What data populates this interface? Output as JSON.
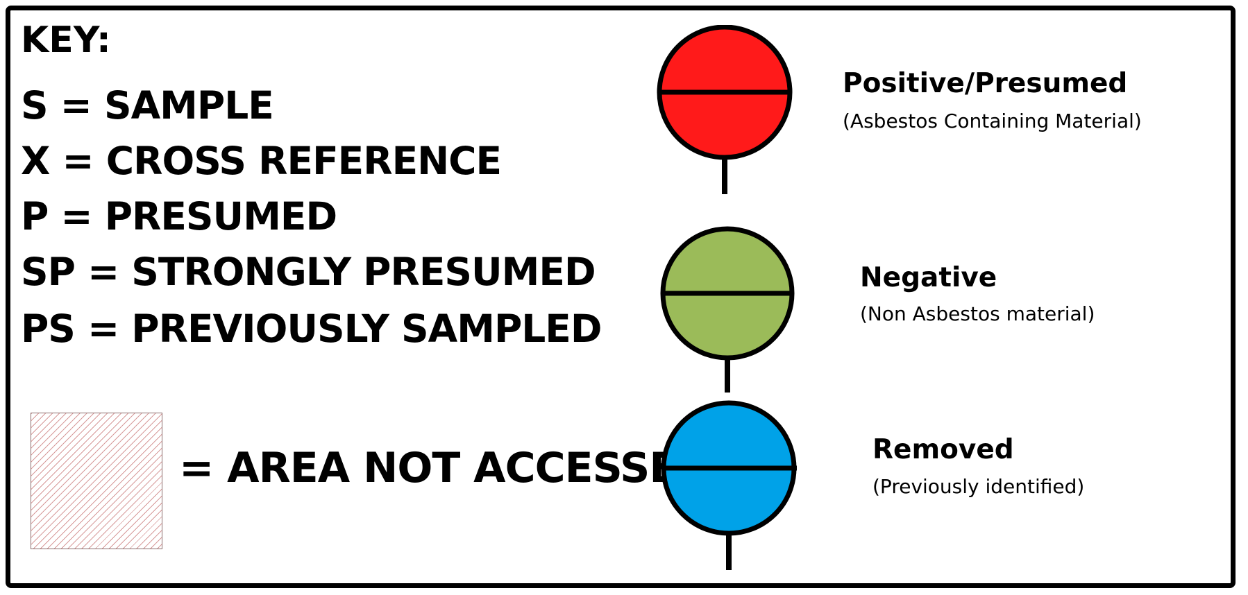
{
  "key": {
    "title": "KEY:",
    "codes": [
      "S = SAMPLE",
      "X = CROSS REFERENCE",
      "P = PRESUMED",
      "SP = STRONGLY PRESUMED",
      "PS = PREVIOUSLY SAMPLED"
    ],
    "area_not_accessed_label": "= AREA NOT ACCESSED"
  },
  "legend": [
    {
      "title": "Positive/Presumed",
      "subtitle": "(Asbestos Containing Material)",
      "color": "#ff1a1a",
      "icon": "red-sample-marker-icon"
    },
    {
      "title": "Negative",
      "subtitle": "(Non Asbestos material)",
      "color": "#9bbb59",
      "icon": "green-sample-marker-icon"
    },
    {
      "title": "Removed",
      "subtitle": "(Previously identified)",
      "color": "#00a2e8",
      "icon": "blue-sample-marker-icon"
    }
  ],
  "colors": {
    "hatch": "#d79a9a",
    "border": "#000000"
  }
}
